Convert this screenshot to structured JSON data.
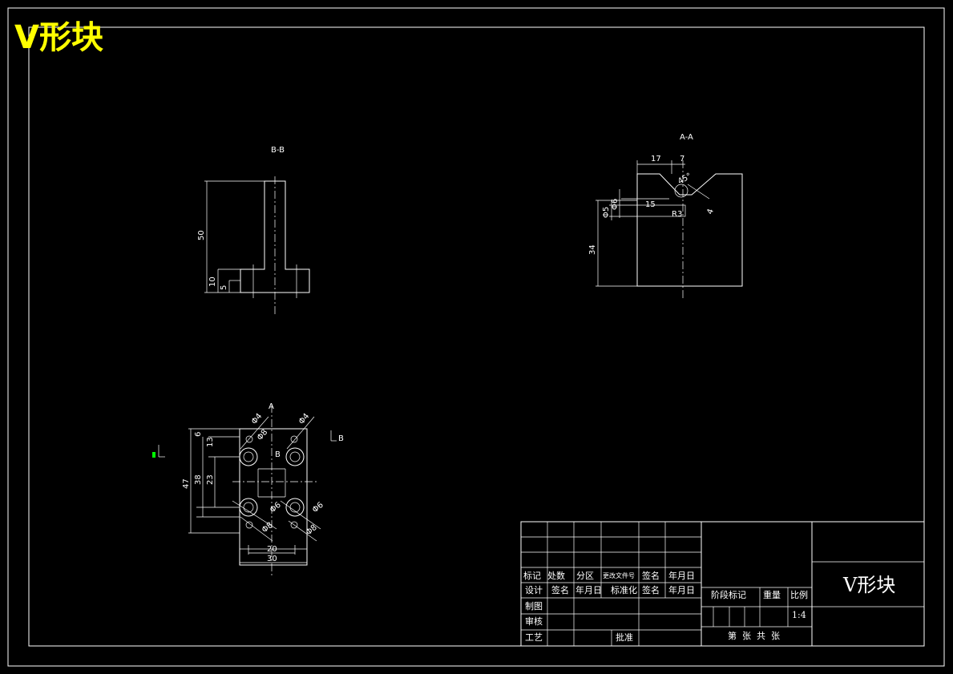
{
  "header": {
    "title": "V形块"
  },
  "colors": {
    "background": "#000000",
    "line": "#ffffff",
    "title": "#ffff00",
    "ucs_marker": "#00ff00"
  },
  "views": {
    "section_bb": {
      "label": "B-B",
      "dims": [
        "50",
        "10",
        "5"
      ]
    },
    "section_aa": {
      "label": "A-A",
      "dims": [
        "17",
        "7",
        "15",
        "34",
        "Φ5",
        "Φ6",
        "R3",
        "45°",
        "4"
      ]
    },
    "plan_view": {
      "dims": [
        "47",
        "38",
        "23",
        "13",
        "6",
        "20",
        "30",
        "Φ4",
        "Φ4",
        "Φ8",
        "Φ6",
        "Φ6",
        "Φ8",
        "Φ8"
      ],
      "markers": [
        "A",
        "B",
        "B"
      ]
    }
  },
  "title_block": {
    "revision_headers": [
      "标记",
      "处数",
      "分区",
      "更改文件号",
      "签名",
      "年月日"
    ],
    "row_design": [
      "设计",
      "签名",
      "年月日",
      "标准化",
      "签名",
      "年月日"
    ],
    "row_labels": [
      "制图",
      "审核",
      "工艺"
    ],
    "approve": "批准",
    "stage_mark": "阶段标记",
    "weight": "重量",
    "scale": "比例",
    "scale_value": "1:4",
    "sheet": "第  张  共  张",
    "part_name": "V形块"
  }
}
